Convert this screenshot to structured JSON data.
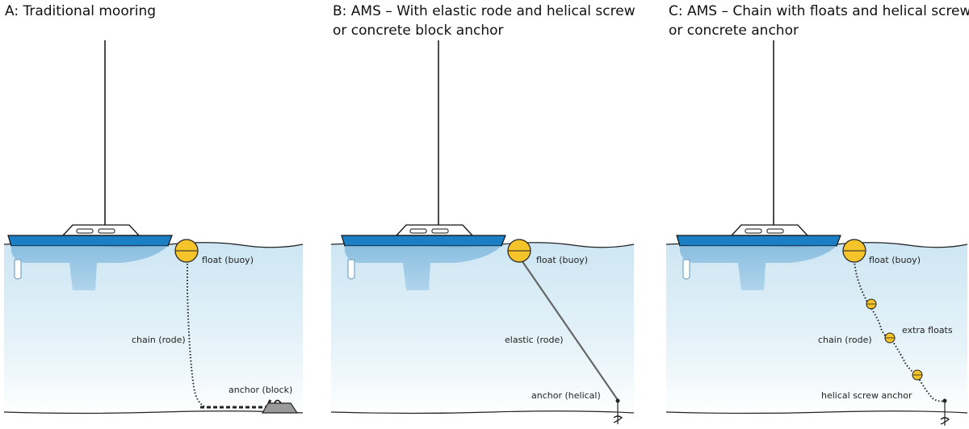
{
  "panels": [
    {
      "title_lines": [
        "A: Traditional mooring"
      ],
      "labels": {
        "float": "float (buoy)",
        "rode": "chain (rode)",
        "anchor": "anchor (block)"
      }
    },
    {
      "title_lines": [
        "B: AMS – With elastic rode and helical screw",
        "or concrete block anchor"
      ],
      "labels": {
        "float": "float (buoy)",
        "rode": "elastic (rode)",
        "anchor": "anchor (helical)"
      }
    },
    {
      "title_lines": [
        "C: AMS – Chain with floats and helical screw",
        "or concrete anchor"
      ],
      "labels": {
        "float": "float (buoy)",
        "floats": "extra floats",
        "rode": "chain (rode)",
        "anchor": "helical screw anchor"
      }
    }
  ],
  "colors": {
    "hull": "#1a7fc4",
    "water_top": "#d4ebf5",
    "water_bottom": "#ffffff",
    "buoy": "#f5c32a",
    "anchor_block": "#9a9a9a",
    "line": "#333333"
  }
}
